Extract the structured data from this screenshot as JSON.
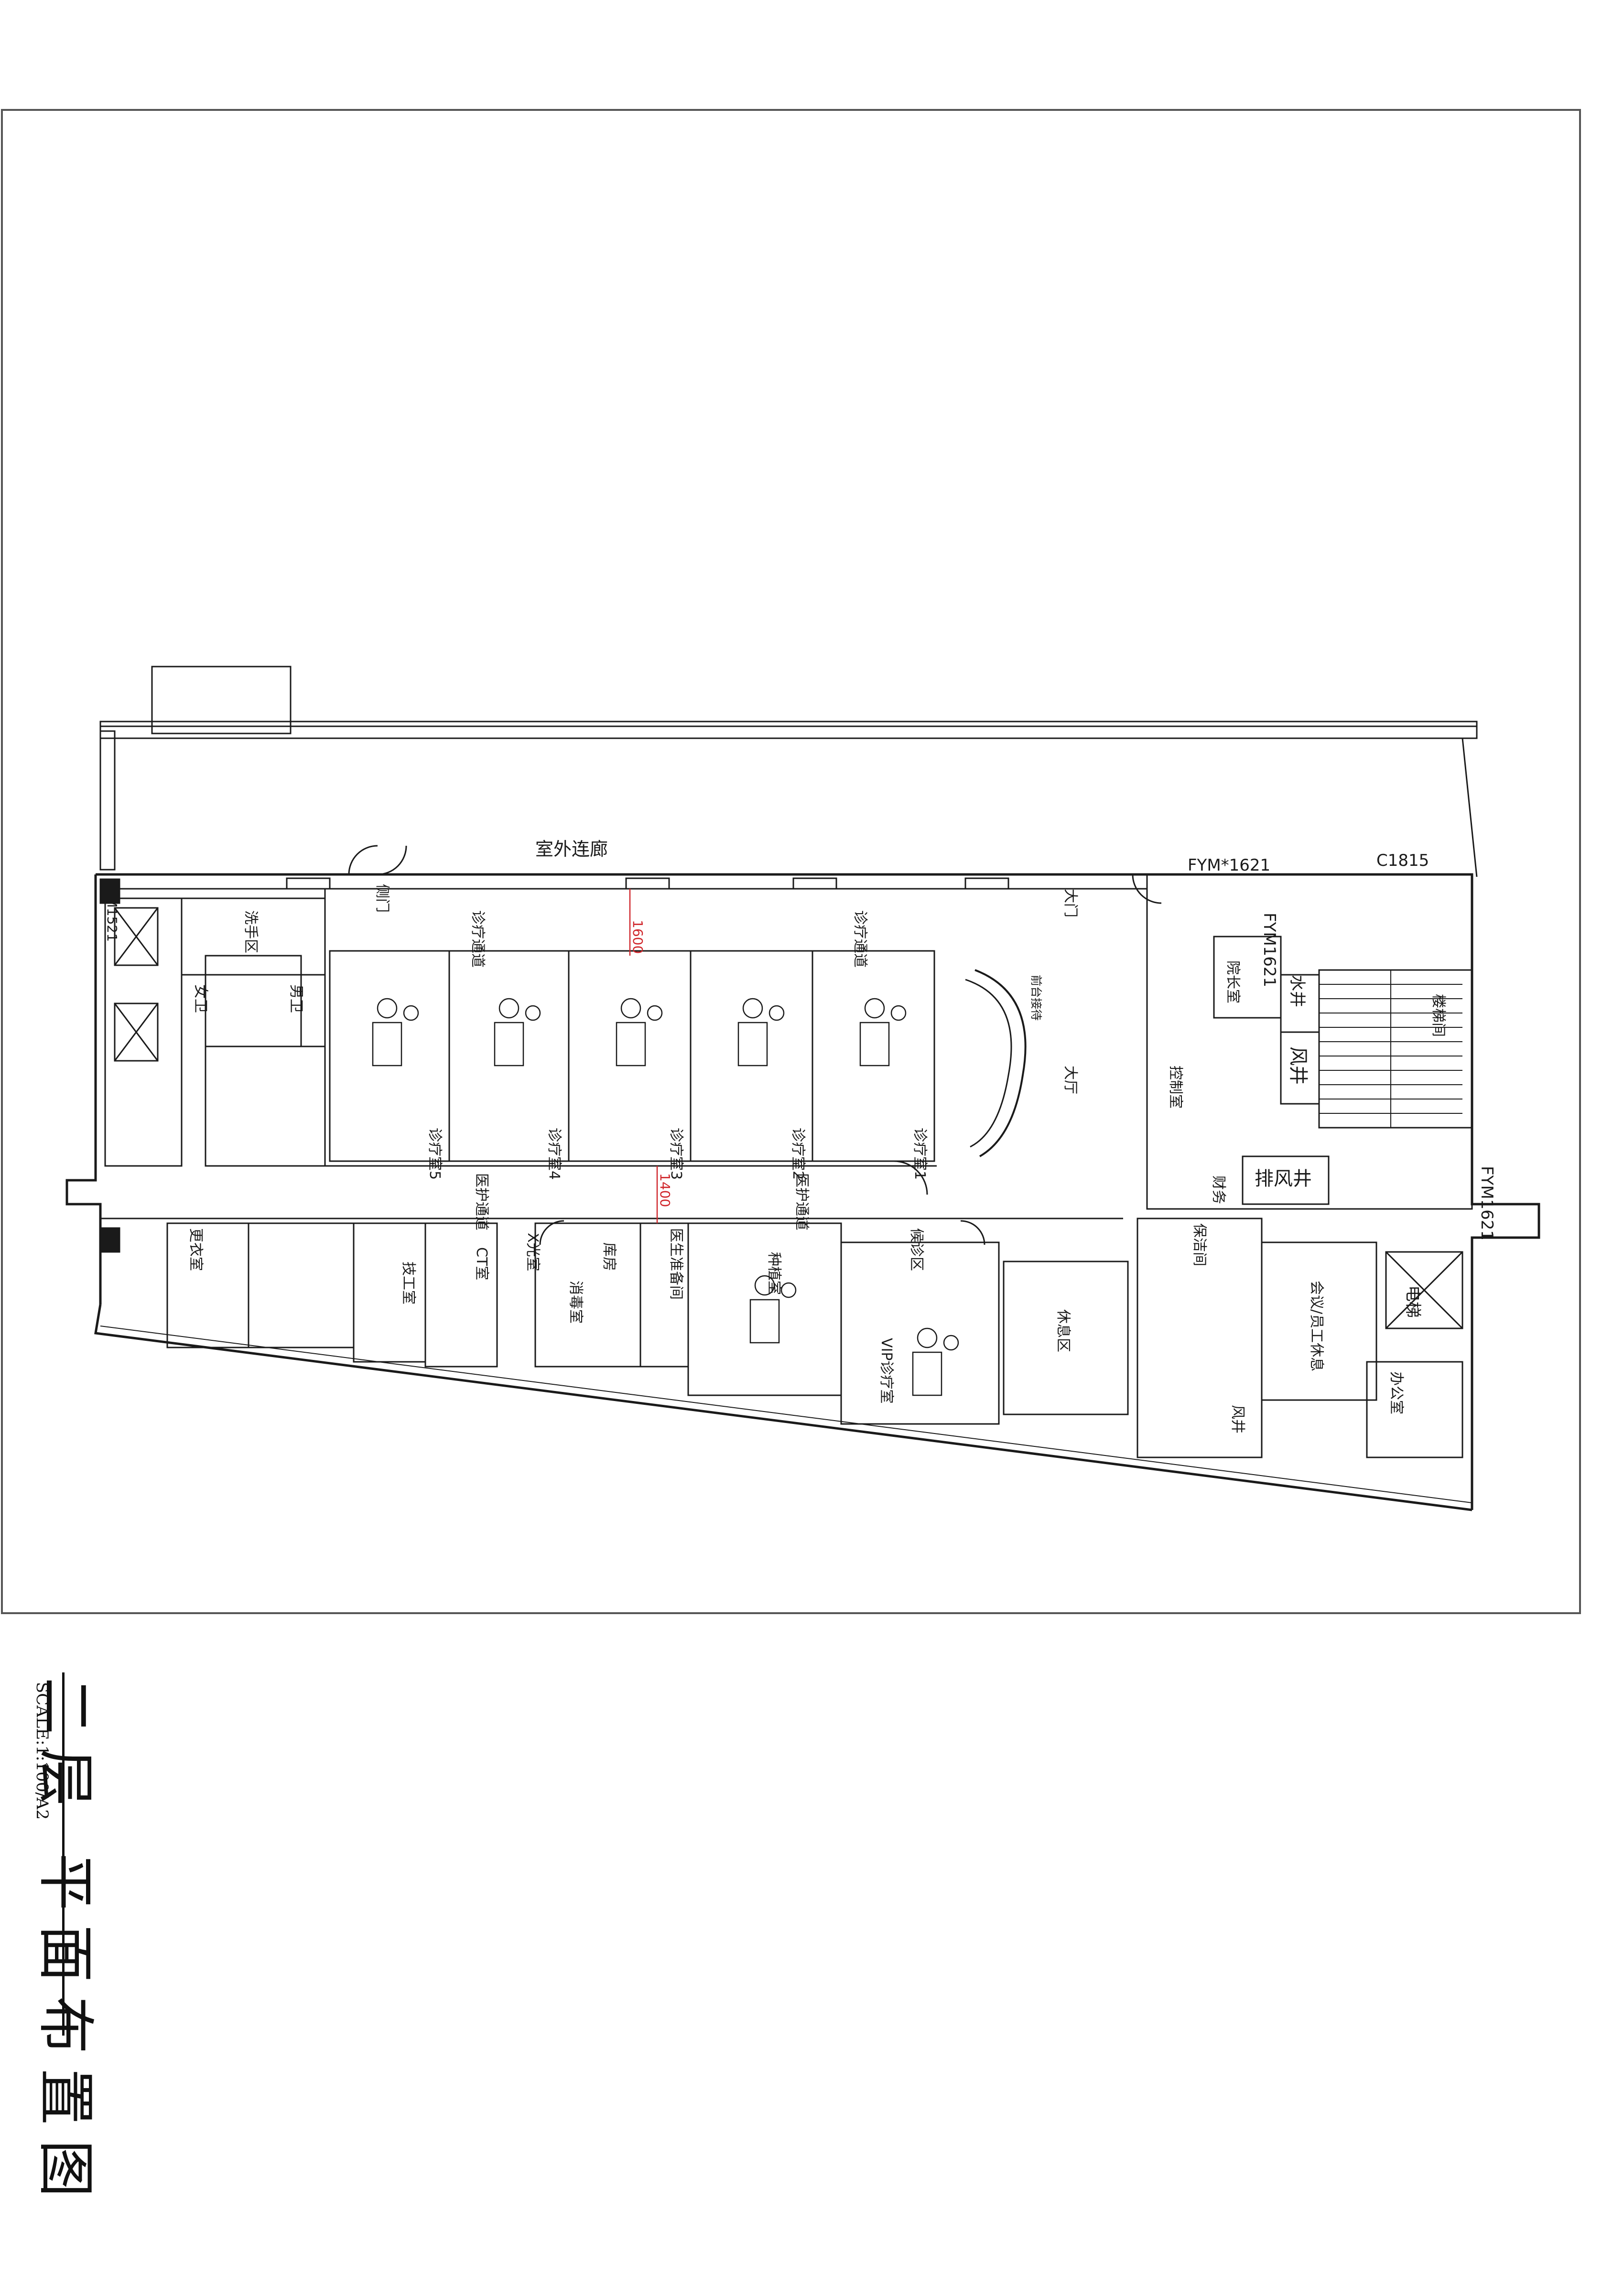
{
  "drawing": {
    "title": "二层 平面布置图",
    "scale": "SCALE:1:100/A2"
  },
  "rooms": {
    "outdoor_corridor": "室外连廊",
    "treatment_1": "诊疗室1",
    "treatment_2": "诊疗室2",
    "treatment_3": "诊疗室3",
    "treatment_4": "诊疗室4",
    "treatment_5": "诊疗室5",
    "clinic_passage_1": "诊疗通道",
    "clinic_passage_2": "诊疗通道",
    "nurse_passage_1": "医护通道",
    "nurse_passage_2": "医护通道",
    "lobby": "大厅",
    "front_desk": "前台接待",
    "rest_area": "休息区",
    "vip_room": "VIP诊疗室",
    "implant_room": "种植室",
    "preparation": "医生准备间",
    "waiting": "候诊区",
    "ct_room": "CT室",
    "sterilization": "消毒室",
    "storage": "库房",
    "lab": "技工室",
    "xray": "X光室",
    "meeting_office": "会议/员工休息",
    "office": "办公室",
    "dean_office": "院长室",
    "finance": "财务",
    "hand_wash": "洗手区",
    "female_wc": "女卫",
    "male_wc": "男卫",
    "stair_hall": "楼梯间",
    "air_shaft_1": "风井",
    "air_shaft_2": "风井",
    "exhaust_shaft": "排风井",
    "water_well": "水井",
    "elevator": "电梯",
    "control_room": "控制室",
    "front_door": "大门",
    "side_door": "侧门",
    "cleaning": "保洁间",
    "changing": "更衣室"
  },
  "door_tags": {
    "fym_top": "FYM*1621",
    "c1815": "C1815",
    "fym_side": "FYM1621",
    "fym_right": "FYM1621",
    "side_tag_left": "LM1521"
  },
  "dimensions": {
    "upper_corridor": "1600",
    "lower_corridor": "1400"
  },
  "colors": {
    "line": "#1a1a1a",
    "dimension": "#d0262b",
    "frame": "#555555"
  }
}
